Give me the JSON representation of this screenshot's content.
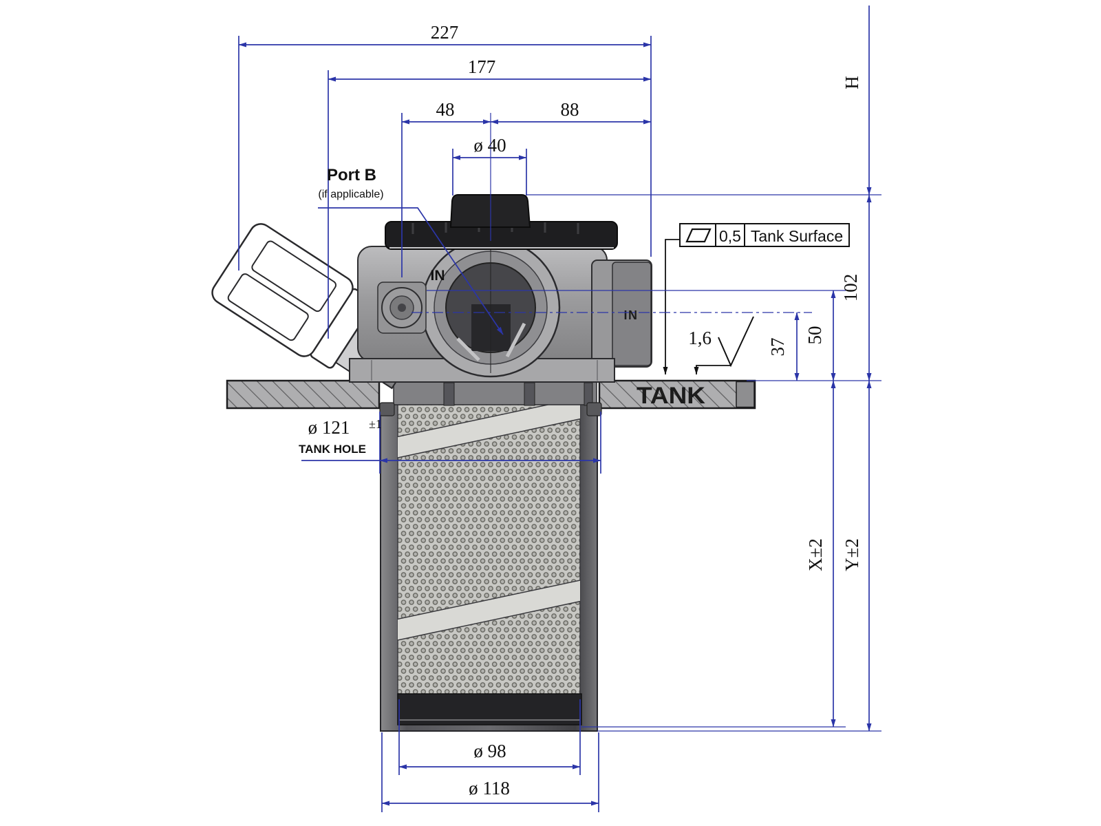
{
  "page": {
    "background": "#ffffff",
    "type": "technical-dimension-drawing"
  },
  "colors": {
    "dimension_line": "#2b35a8",
    "leader_black": "#111111",
    "metal_light": "#b8b8ba",
    "metal_mid": "#98989a",
    "metal_dark": "#5a5a5c",
    "cap_black": "#1e1e20",
    "tank_plate": "#aeaeb0",
    "mesh": "#c8c8c4"
  },
  "dims": {
    "overall_width": "227",
    "port_span": "177",
    "left_offset": "48",
    "right_offset": "88",
    "knob_dia": "ø 40",
    "height_ref": "H",
    "height_above_tank": "102",
    "front_port_height": "50",
    "side_port_height": "37",
    "element_depth": "X±2",
    "overall_depth": "Y±2",
    "tank_hole_dia": "ø 121",
    "tank_hole_tol": "±1",
    "element_dia": "ø 98",
    "bowl_dia": "ø 118",
    "roughness": "1,6",
    "flatness_tol": "0,5"
  },
  "labels": {
    "port_b": "Port B",
    "port_b_note": "(if applicable)",
    "tank_surface": "Tank Surface",
    "tank": "TANK",
    "tank_hole": "TANK HOLE",
    "inlet_top": "IN",
    "inlet_side": "IN"
  }
}
